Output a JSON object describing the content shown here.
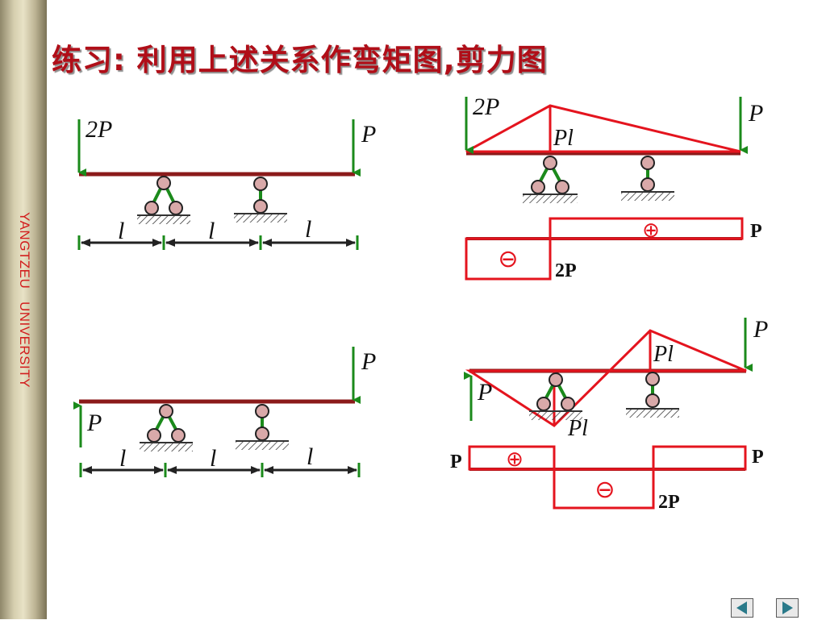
{
  "title": "练习: 利用上述关系作弯矩图,剪力图",
  "sidebar": {
    "text": "YANGTZEU   UNIVERSITY"
  },
  "labels": {
    "load_2p": "2P",
    "load_p": "P",
    "span_l": "l",
    "moment_pl": "Pl",
    "shear_p": "P",
    "shear_2p": "2P",
    "plus": "⊕",
    "minus": "⊖"
  },
  "colors": {
    "title": "#b00e18",
    "beam": "#8b1a1a",
    "diagram": "#e4141e",
    "load": "#1b8a1b",
    "sidebar_text": "#d21e1e"
  },
  "nav": {
    "prev_icon": "triangle-left-icon",
    "next_icon": "triangle-right-icon"
  }
}
